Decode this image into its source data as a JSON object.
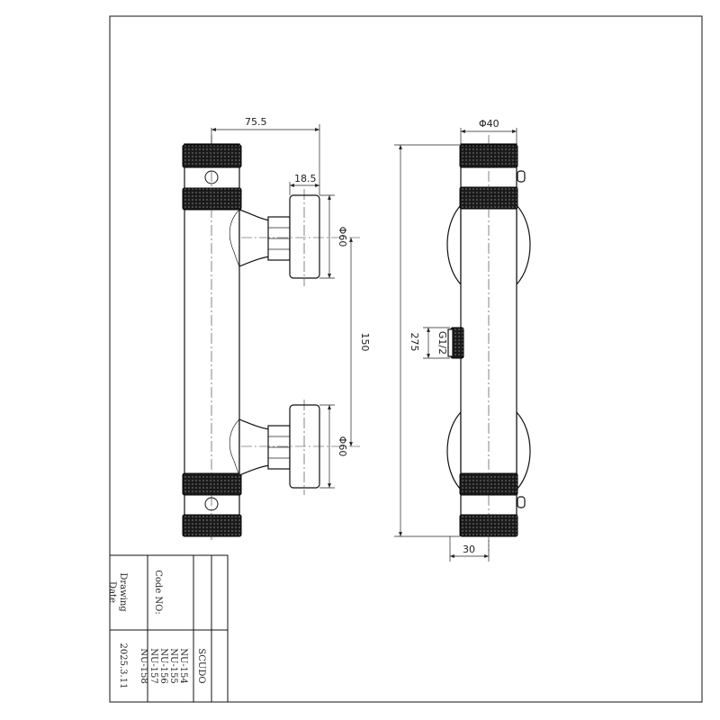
{
  "dimensions": {
    "width_top": "75.5",
    "eccentric_offset": "18.5",
    "flange_dia_top": "Φ60",
    "flange_dia_bottom": "Φ60",
    "center_spacing": "150",
    "overall_length": "275",
    "body_dia": "Φ40",
    "outlet_thread": "G1/2",
    "bottom_offset": "30"
  },
  "title_block": {
    "product_name": "SCUDO",
    "code_label": "Code NO:",
    "codes": [
      "NU-154",
      "NU-155",
      "NU-156",
      "NU-157",
      "NU-158"
    ],
    "drawing_date_label_1": "Drawing",
    "drawing_date_label_2": "Date",
    "date": "2025.3.11"
  }
}
